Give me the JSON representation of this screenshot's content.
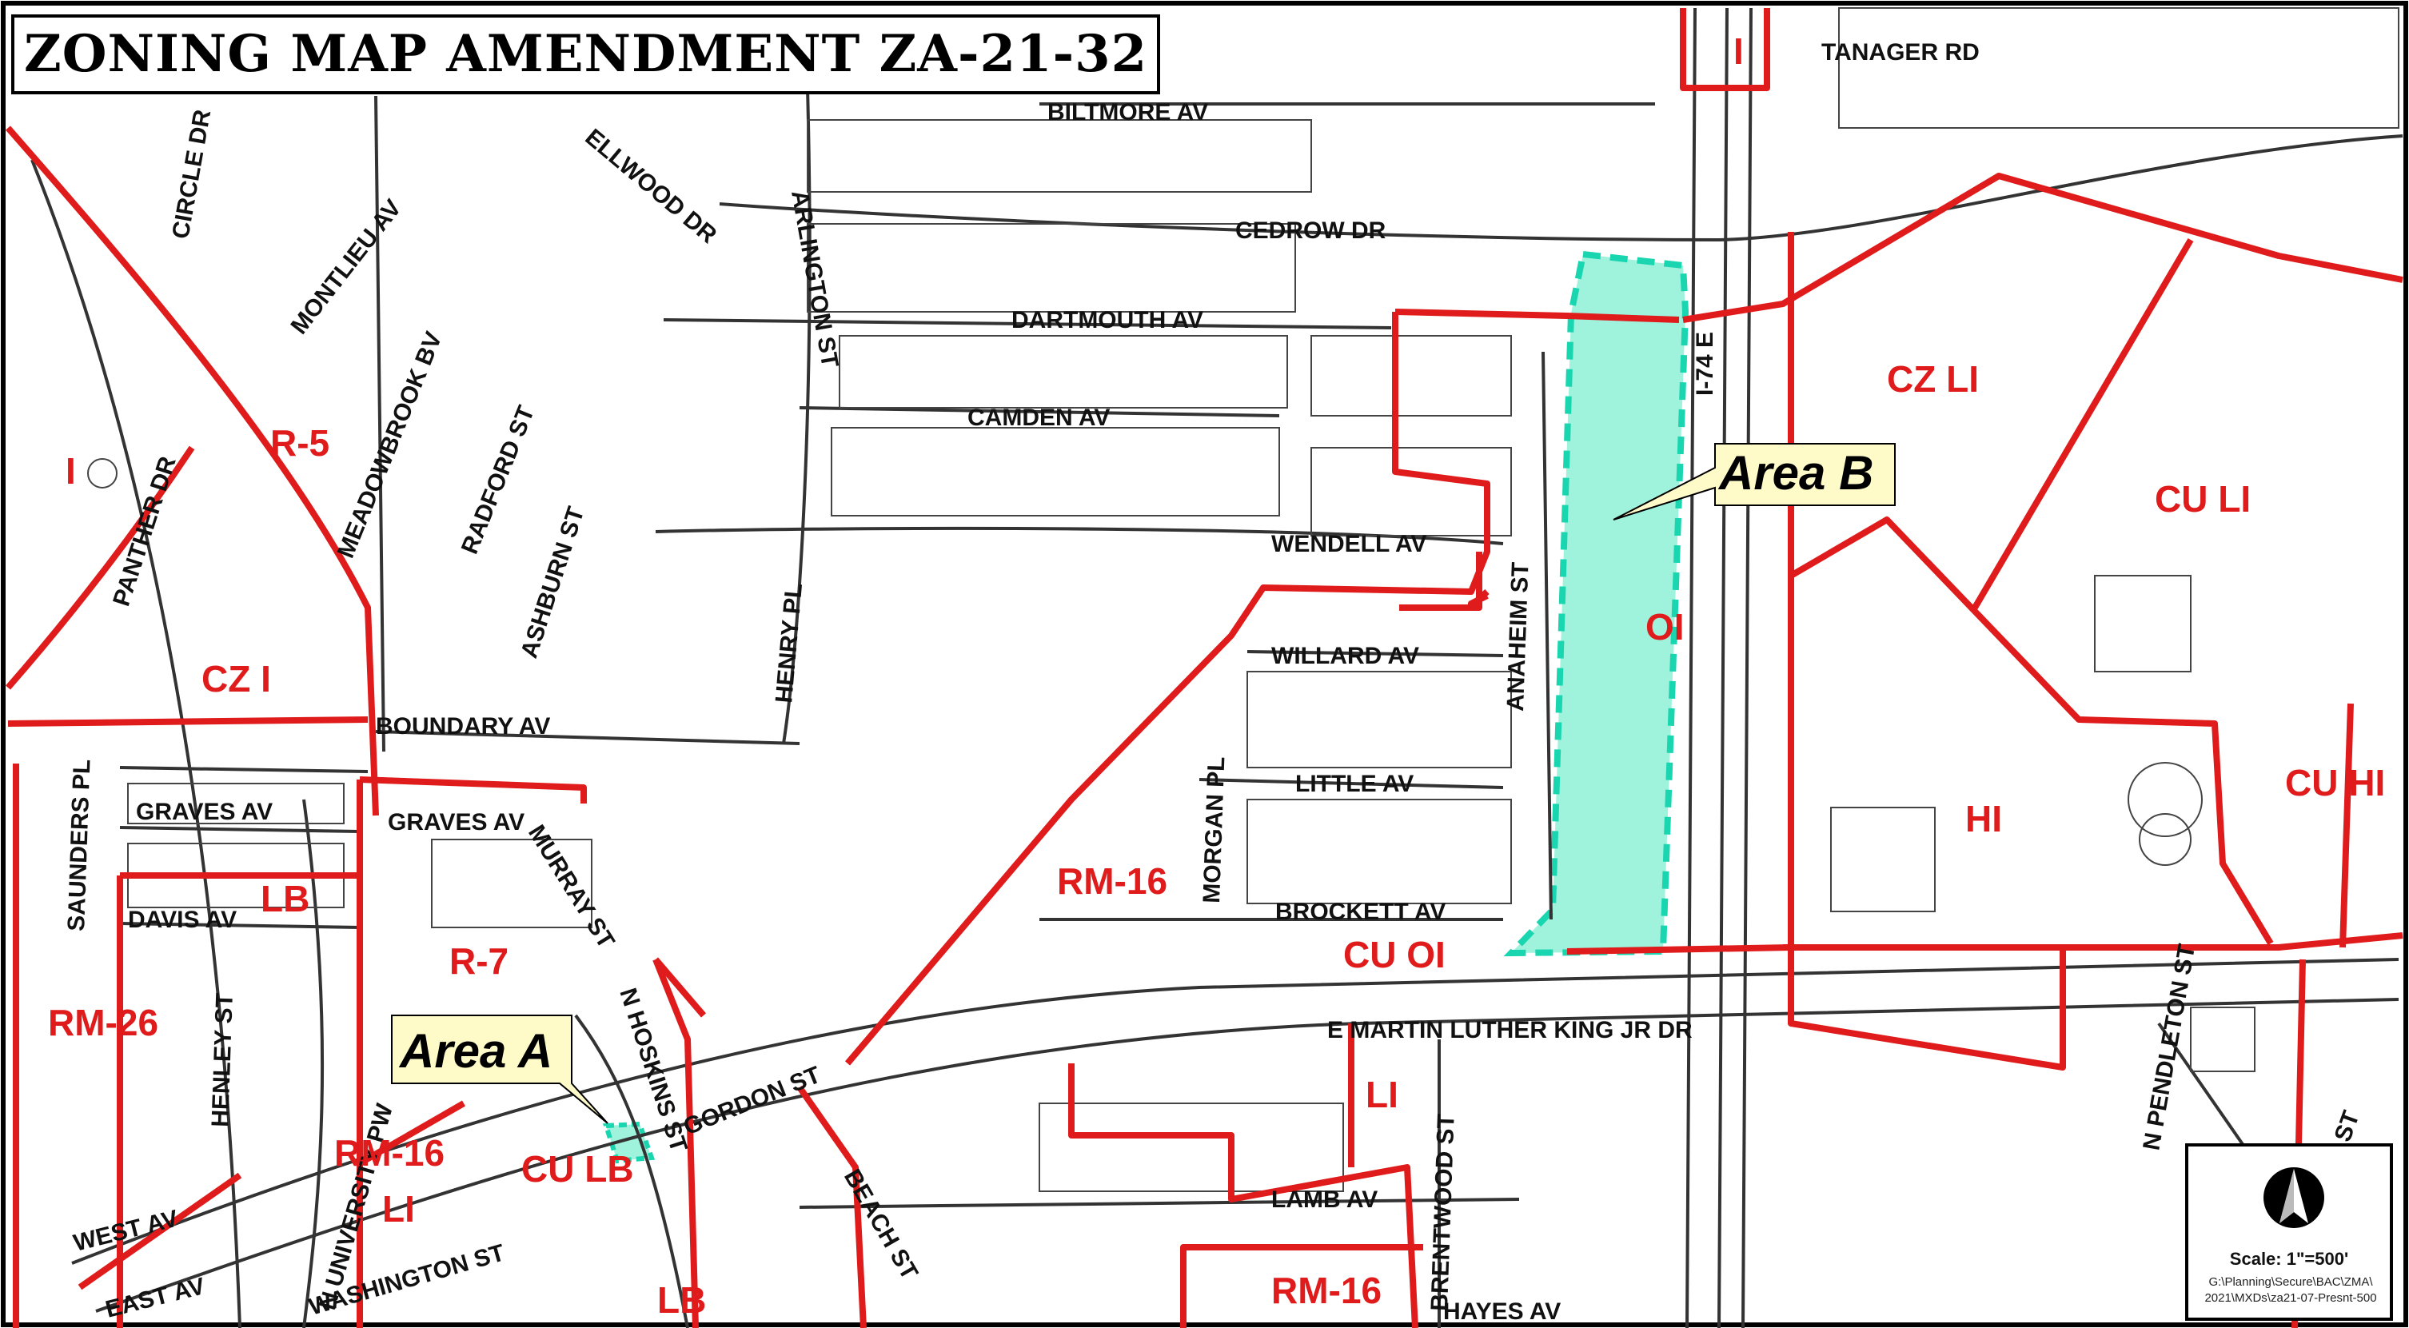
{
  "title": "ZONING MAP AMENDMENT ZA-21-32",
  "callouts": {
    "area_a": "Area A",
    "area_b": "Area B"
  },
  "colors": {
    "zone_line": "#e01b1b",
    "area_fill": "#9ff2dc",
    "area_outline": "#1ad6b0",
    "callout_fill": "#fffbc9",
    "street_line": "#333333"
  },
  "streets": {
    "tanager": "TANAGER RD",
    "biltmore": "BILTMORE AV",
    "cedrow": "CEDROW DR",
    "dartmouth": "DARTMOUTH AV",
    "camden": "CAMDEN AV",
    "wendell": "WENDELL AV",
    "willard": "WILLARD AV",
    "boundary": "BOUNDARY AV",
    "little": "LITTLE AV",
    "brockett": "BROCKETT AV",
    "graves1": "GRAVES AV",
    "graves2": "GRAVES AV",
    "davis": "DAVIS AV",
    "mlk": "E MARTIN LUTHER KING JR DR",
    "gordon": "GORDON ST",
    "lamb": "LAMB AV",
    "west": "WEST AV",
    "east": "EAST AV",
    "washington": "WASHINGTON ST",
    "hayes": "HAYES AV",
    "circle": "CIRCLE DR",
    "montlieu": "MONTLIEU AV",
    "meadowbrook": "MEADOWBROOK BV",
    "radford": "RADFORD ST",
    "ellwood": "ELLWOOD DR",
    "arlington": "ARLINGTON ST",
    "ashburn": "ASHBURN ST",
    "henry": "HENRY PL",
    "panther": "PANTHER DR",
    "saunders": "SAUNDERS PL",
    "henley": "HENLEY ST",
    "university": "N UNIVERSITY PW",
    "murray": "MURRAY ST",
    "hoskins": "N HOSKINS ST",
    "beach": "BEACH ST",
    "brentwood": "BRENTWOOD ST",
    "morgan": "MORGAN PL",
    "anaheim": "ANAHEIM ST",
    "i74": "I-74 E",
    "pendleton": "N PENDLETON ST",
    "st": "ST"
  },
  "zones": {
    "i_top": "I",
    "r5": "R-5",
    "i_left": "I",
    "czi": "CZ I",
    "czli": "CZ LI",
    "culi": "CU LI",
    "oi": "OI",
    "hi": "HI",
    "cuhi": "CU HI",
    "rm16_mid": "RM-16",
    "cuoi": "CU OI",
    "lb1": "LB",
    "r7": "R-7",
    "rm26": "RM-26",
    "rm16_low": "RM-16",
    "culb": "CU LB",
    "li_low": "LI",
    "li_mid": "LI",
    "lb2": "LB",
    "rm16_bottom": "RM-16"
  },
  "scale": {
    "label": "Scale: 1\"=500'",
    "path_line1": "G:\\Planning\\Secure\\BAC\\ZMA\\",
    "path_line2": "2021\\MXDs\\za21-07-Presnt-500"
  },
  "icons": {
    "north_arrow": "north-arrow-icon"
  }
}
